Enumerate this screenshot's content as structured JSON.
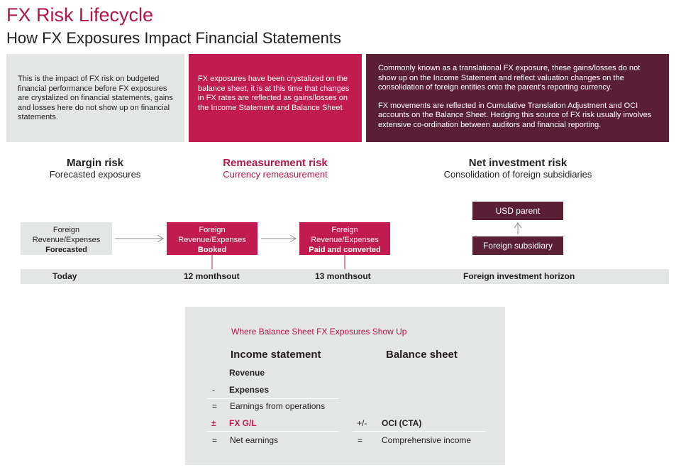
{
  "header": {
    "title": "FX Risk Lifecycle",
    "subtitle": "How FX Exposures Impact Financial Statements"
  },
  "panels": {
    "panel1": "This is the impact of FX risk on budgeted financial performance before FX exposures are crystalized on financial statements, gains and losses here do not show up on financial statements.",
    "panel2": "FX exposures have been crystalized on the balance sheet, it is at this time that changes in FX rates are reflected as gains/losses on the Income Statement and Balance Sheet",
    "panel3_p1": "Commonly known as a translational FX exposure, these gains/losses do not show up on the Income Statement and reflect valuation changes on the consolidation of foreign entities onto the parent's reporting currency.",
    "panel3_p2": "FX movements are reflected in Cumulative Translation Adjustment and OCI accounts on the Balance Sheet. Hedging this source of FX risk usually involves extensive co-ordination between auditors and financial reporting."
  },
  "risks": {
    "margin": {
      "title": "Margin risk",
      "subtitle": "Forecasted exposures"
    },
    "remeasurement": {
      "title": "Remeasurement risk",
      "subtitle": "Currency remeasurement"
    },
    "net_investment": {
      "title": "Net investment risk",
      "subtitle": "Consolidation of foreign subsidiaries"
    }
  },
  "flow": {
    "box1": {
      "line1": "Foreign",
      "line2": "Revenue/Expenses",
      "status": "Forecasted"
    },
    "box2": {
      "line1": "Foreign",
      "line2": "Revenue/Expenses",
      "status": "Booked"
    },
    "box3": {
      "line1": "Foreign",
      "line2": "Revenue/Expenses",
      "status": "Paid and converted"
    },
    "usd_parent": "USD parent",
    "foreign_subsidiary": "Foreign subsidiary"
  },
  "timeline": {
    "today": "Today",
    "m12": "12 monthsout",
    "m13": "13 monthsout",
    "horizon": "Foreign investment horizon"
  },
  "table": {
    "title": "Where Balance Sheet FX Exposures Show Up",
    "income_header": "Income statement",
    "balance_header": "Balance sheet",
    "income_rows": [
      {
        "op": "",
        "label": "Revenue"
      },
      {
        "op": "-",
        "label": "Expenses"
      },
      {
        "op": "=",
        "label": "Earnings from operations"
      },
      {
        "op": "±",
        "label": "FX G/L"
      },
      {
        "op": "=",
        "label": "Net earnings"
      }
    ],
    "balance_rows": [
      {
        "op": "+/-",
        "label": "OCI (CTA)"
      },
      {
        "op": "=",
        "label": "Comprehensive income"
      }
    ]
  },
  "colors": {
    "crimson": "#c11b4f",
    "title_crimson": "#b0174a",
    "plum": "#5a1f34",
    "light_gray": "#e4e6e6"
  }
}
